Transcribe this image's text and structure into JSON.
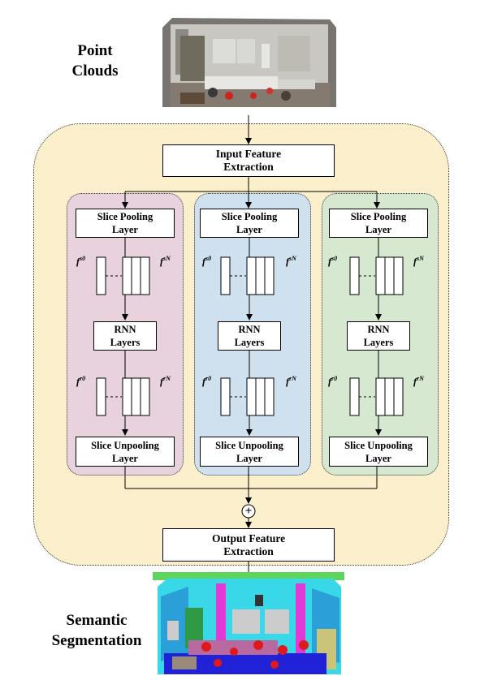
{
  "input_title_lines": [
    "Point",
    "Clouds"
  ],
  "output_title_lines": [
    "Semantic",
    "Segmentation"
  ],
  "input_feature_lines": [
    "Input Feature",
    "Extraction"
  ],
  "output_feature_lines": [
    "Output Feature",
    "Extraction"
  ],
  "branch_colors": [
    "#e8d2dd",
    "#cfe0ef",
    "#d6e8cf"
  ],
  "container_color": "#fcf0cc",
  "branches": [
    {
      "pool_lines": [
        "Slice Pooling",
        "Layer"
      ],
      "rnn_lines": [
        "RNN",
        "Layers"
      ],
      "unpool_lines": [
        "Slice Unpooling",
        "Layer"
      ],
      "fs0": "f",
      "fs0_sup": "s0",
      "fsN": "f",
      "fsN_sup": "sN",
      "fr0": "f",
      "fr0_sup": "r0",
      "frN": "f",
      "frN_sup": "rN"
    },
    {
      "pool_lines": [
        "Slice Pooling",
        "Layer"
      ],
      "rnn_lines": [
        "RNN",
        "Layers"
      ],
      "unpool_lines": [
        "Slice Unpooling",
        "Layer"
      ],
      "fs0": "f",
      "fs0_sup": "s0",
      "fsN": "f",
      "fsN_sup": "sN",
      "fr0": "f",
      "fr0_sup": "r0",
      "frN": "f",
      "frN_sup": "rN"
    },
    {
      "pool_lines": [
        "Slice Pooling",
        "Layer"
      ],
      "rnn_lines": [
        "RNN",
        "Layers"
      ],
      "unpool_lines": [
        "Slice Unpooling",
        "Layer"
      ],
      "fs0": "f",
      "fs0_sup": "s0",
      "fsN": "f",
      "fsN_sup": "sN",
      "fr0": "f",
      "fr0_sup": "r0",
      "frN": "f",
      "frN_sup": "rN"
    }
  ],
  "sum_symbol": "+"
}
